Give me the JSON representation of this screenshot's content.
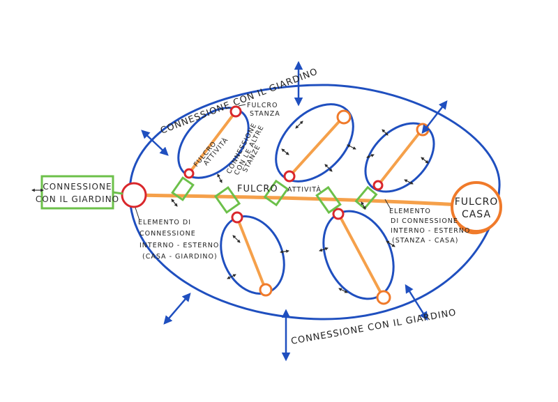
{
  "labels": {
    "garden_box": [
      "CONNESSIONE",
      "CON IL GIARDINO"
    ],
    "garden_top": "CONNESSIONE CON IL GIARDINO",
    "garden_bottom": "CONNESSIONE CON IL GIARDINO",
    "fulcro_stanza": [
      "FULCRO",
      "STANZA"
    ],
    "fulcro_attivita_small": [
      "FULCRO",
      "ATTIVITÀ"
    ],
    "connessione_altre_stanze": [
      "CONNESSIONE",
      "CON LE ALTRE",
      "STANZE"
    ],
    "fulcro_attivita_main": [
      "FULCRO",
      "ATTIVITÀ"
    ],
    "fulcro_casa": [
      "FULCRO",
      "CASA"
    ],
    "elemento_casa_giardino": [
      "ELEMENTO DI",
      "CONNESSIONE",
      "INTERNO - ESTERNO",
      "(CASA - GIARDINO)"
    ],
    "elemento_stanza_casa": [
      "ELEMENTO",
      "DI CONNESSIONE",
      "INTERNO - ESTERNO",
      "(STANZA - CASA)"
    ]
  },
  "colors": {
    "house_outline": "#1f4fbf",
    "axis": "#f5a04a",
    "connector": "#6cc04a",
    "node_red": "#d9262b",
    "node_orange": "#f07a2a",
    "arrow_dark": "#2b2b2b"
  }
}
